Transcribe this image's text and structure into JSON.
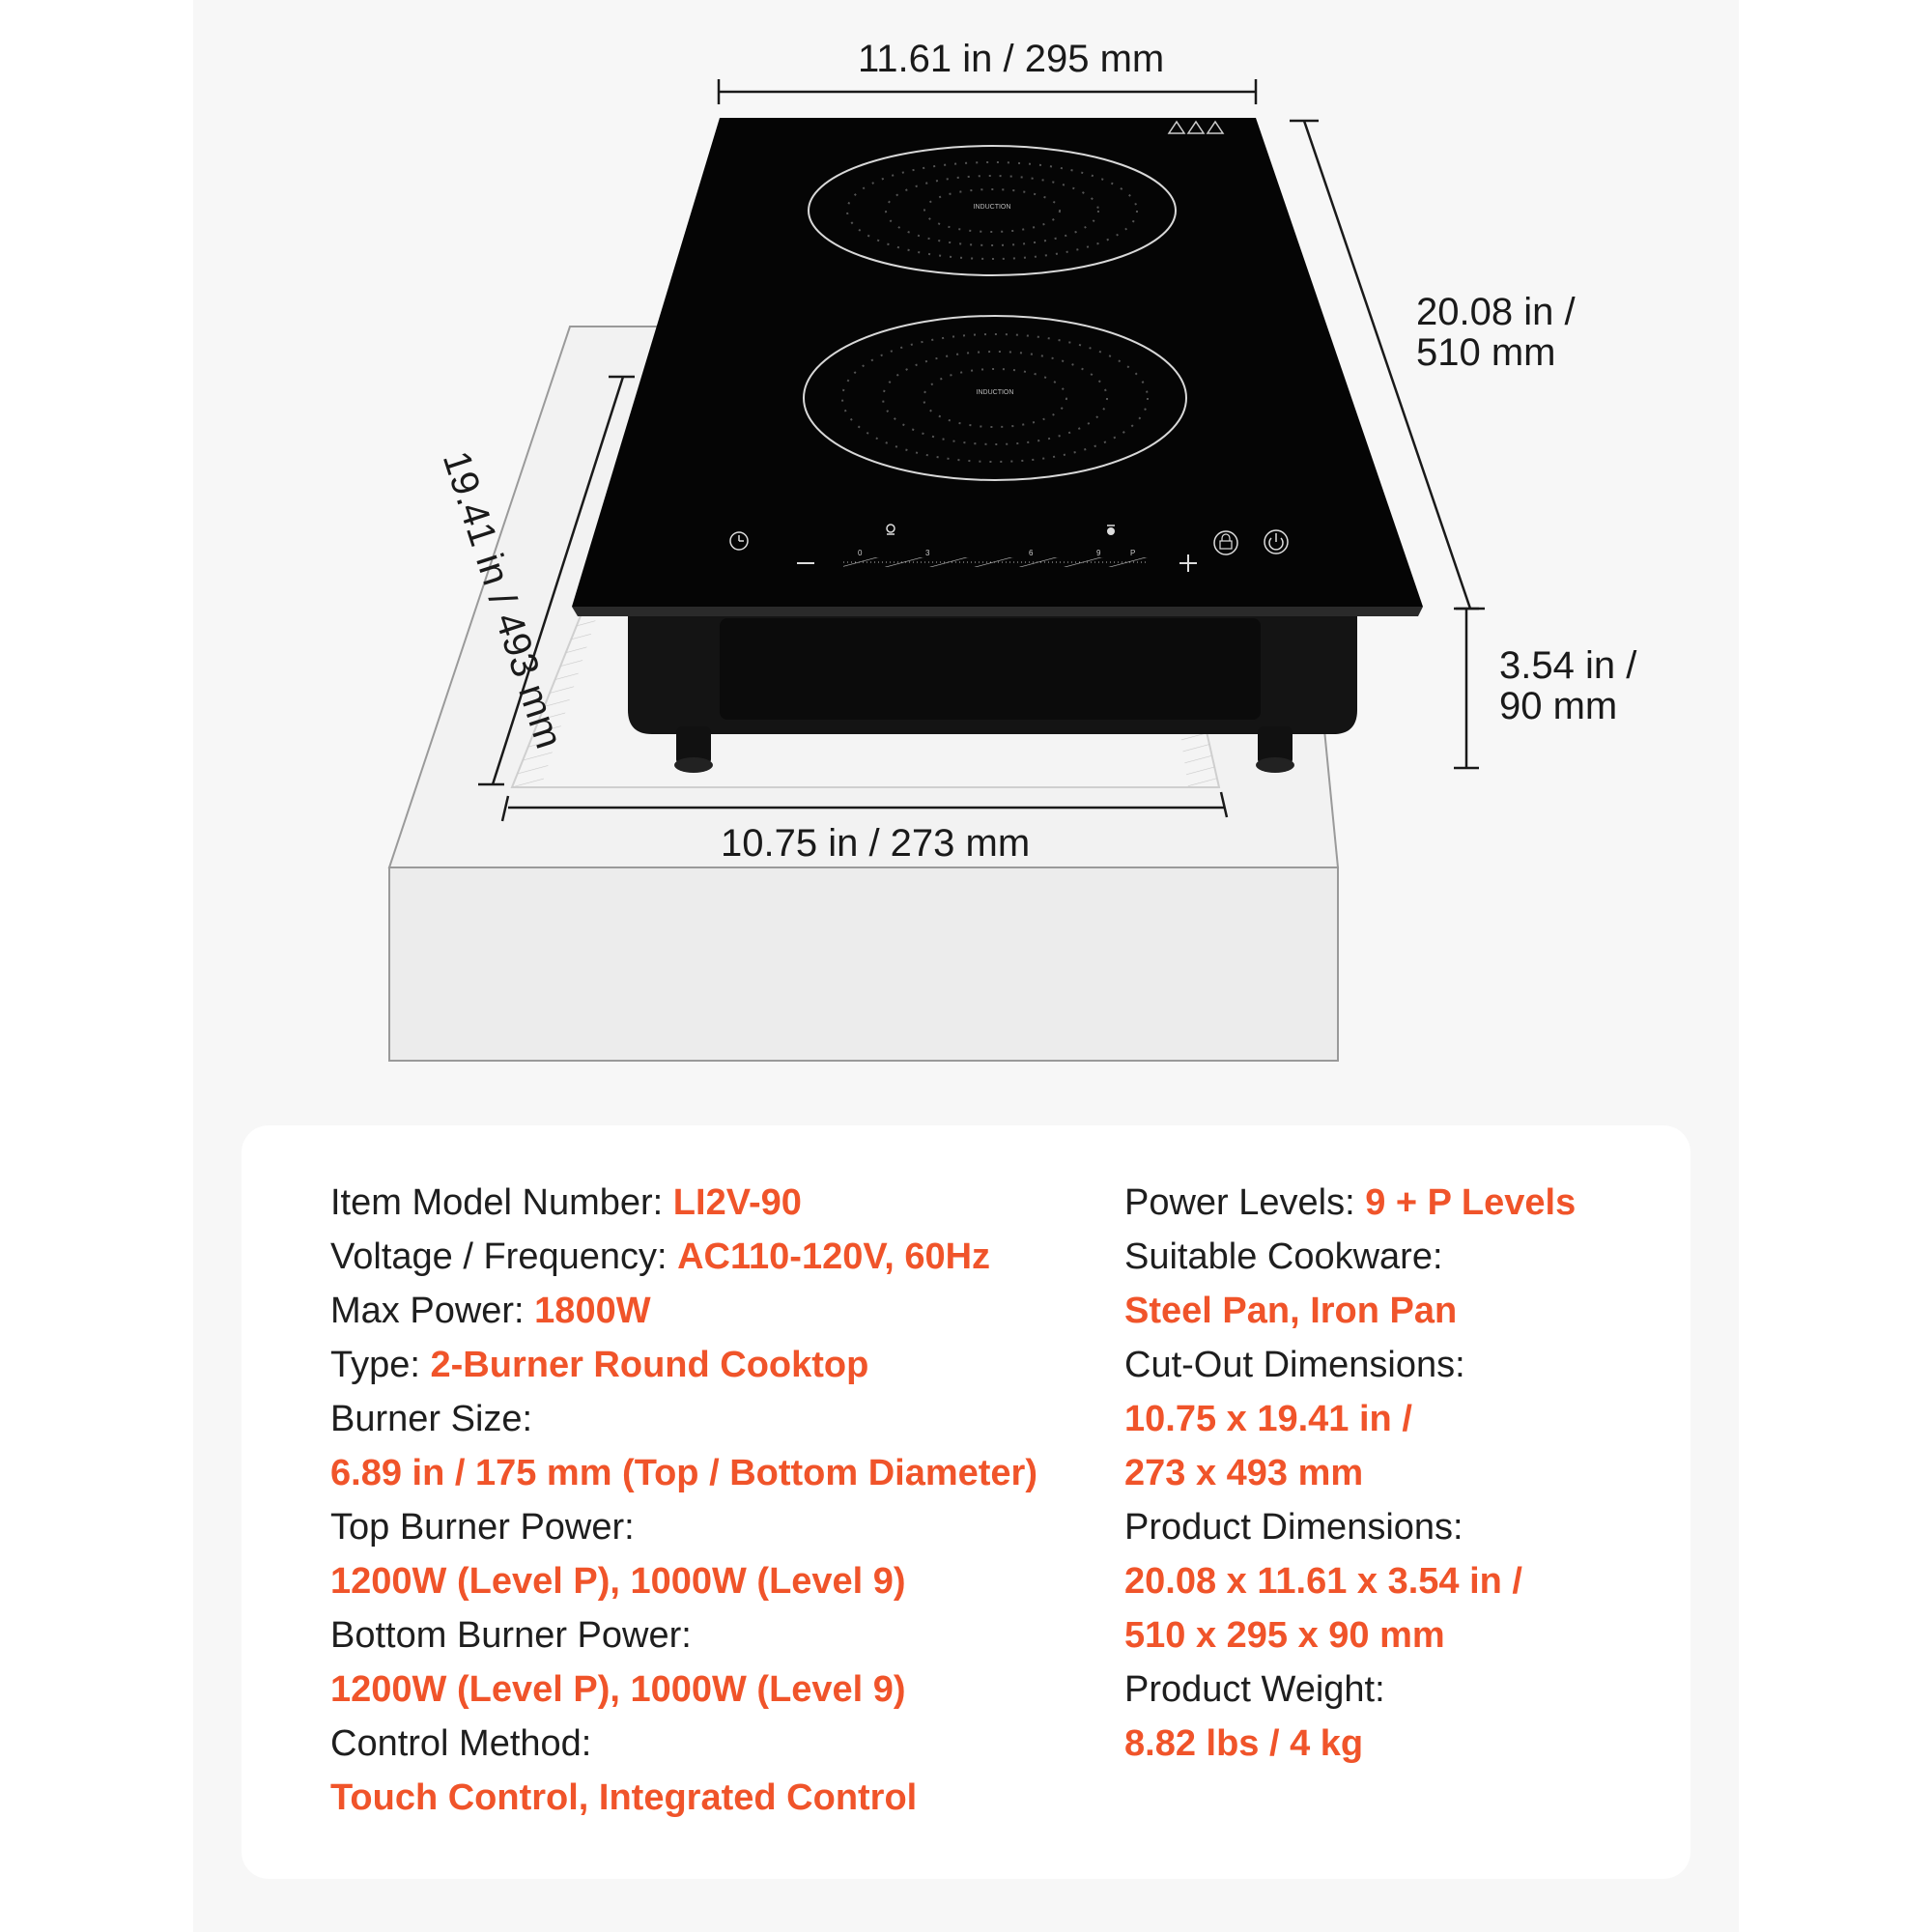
{
  "dimensions": {
    "top_width": "11.61 in / 295 mm",
    "length_line1": "20.08 in /",
    "length_line2": "510 mm",
    "height_line1": "3.54 in /",
    "height_line2": "90 mm",
    "cutout_length": "19.41 in / 493 mm",
    "cutout_width": "10.75 in / 273 mm"
  },
  "cooktop": {
    "burner_label": "INDUCTION",
    "slider_ticks": [
      "0",
      "3",
      "6",
      "9",
      "P"
    ]
  },
  "specs_left": [
    {
      "label": "Item Model Number: ",
      "value": "LI2V-90"
    },
    {
      "label": "Voltage / Frequency: ",
      "value": "AC110-120V, 60Hz"
    },
    {
      "label": "Max Power: ",
      "value": "1800W"
    },
    {
      "label": "Type: ",
      "value": "2-Burner Round Cooktop"
    },
    {
      "label": "Burner Size:",
      "value": ""
    },
    {
      "label": "",
      "value": "6.89 in / 175 mm (Top / Bottom Diameter)"
    },
    {
      "label": "Top Burner Power:",
      "value": ""
    },
    {
      "label": "",
      "value": "1200W (Level P), 1000W (Level 9)"
    },
    {
      "label": "Bottom Burner Power:",
      "value": ""
    },
    {
      "label": "",
      "value": "1200W (Level P), 1000W (Level 9)"
    },
    {
      "label": "Control Method:",
      "value": ""
    },
    {
      "label": "",
      "value": "Touch Control, Integrated Control"
    }
  ],
  "specs_right": [
    {
      "label": "Power Levels: ",
      "value": "9 + P Levels"
    },
    {
      "label": "Suitable Cookware:",
      "value": ""
    },
    {
      "label": "",
      "value": "Steel Pan, Iron Pan"
    },
    {
      "label": "Cut-Out Dimensions:",
      "value": ""
    },
    {
      "label": "",
      "value": "10.75 x 19.41 in /"
    },
    {
      "label": "",
      "value": "273 x 493 mm"
    },
    {
      "label": "Product Dimensions:",
      "value": ""
    },
    {
      "label": "",
      "value": "20.08 x 11.61 x 3.54 in /"
    },
    {
      "label": "",
      "value": "510 x 295 x 90 mm"
    },
    {
      "label": "Product Weight:",
      "value": ""
    },
    {
      "label": "",
      "value": "8.82 lbs / 4 kg"
    }
  ],
  "colors": {
    "accent": "#f0542a",
    "text": "#1e1e1e",
    "panel_bg": "#f7f7f7",
    "cooktop_glass": "#050505"
  }
}
